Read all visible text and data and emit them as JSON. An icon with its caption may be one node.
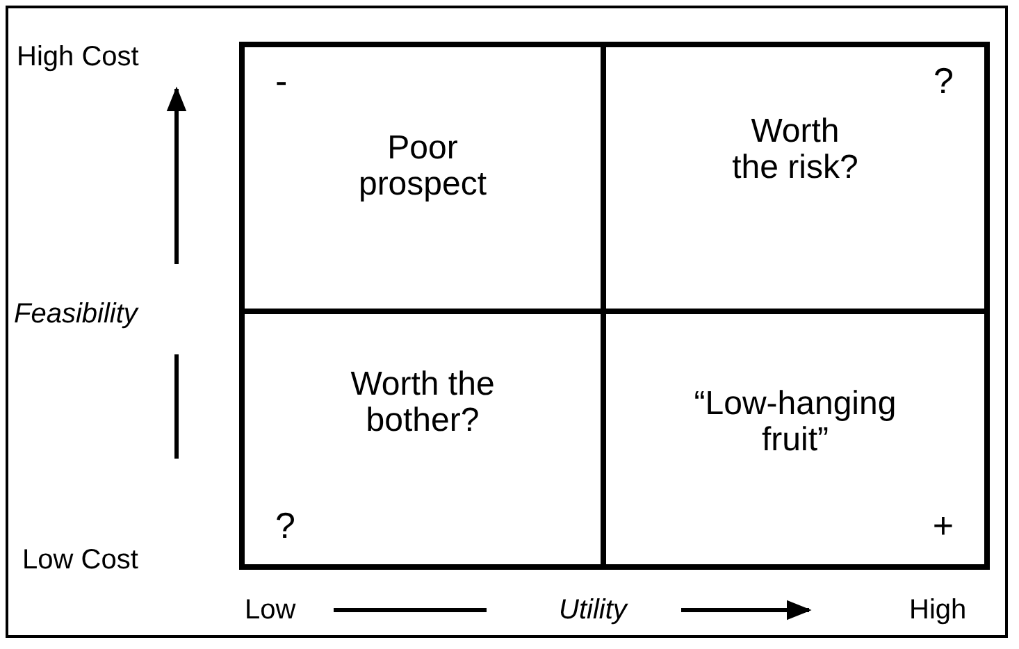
{
  "diagram": {
    "nodes": [
      {
        "text": [
          "Poor prospect",
          "-"
        ]
      },
      {
        "text": [
          "Worth the risk?",
          "?"
        ]
      },
      {
        "text": [
          "Worth the bother?",
          "?"
        ]
      },
      {
        "text": [
          "“Low-hanging fruit”",
          "+"
        ]
      }
    ],
    "edges": [],
    "labels": [
      "High Cost",
      "Feasibility",
      "Low Cost",
      "Low",
      "Utility",
      "High"
    ]
  }
}
